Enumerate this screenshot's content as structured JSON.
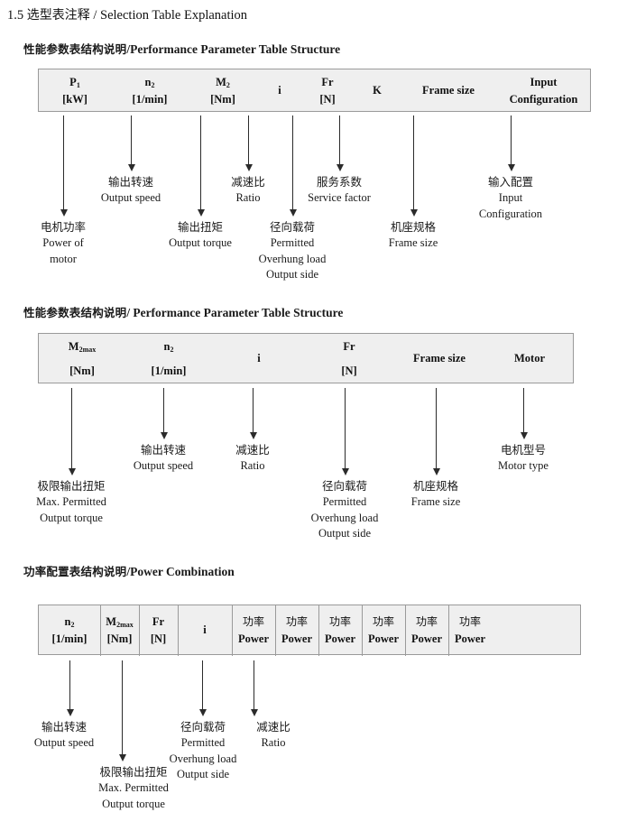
{
  "page": {
    "section_number": "1.5",
    "section_title_cn": "选型表注释",
    "section_title_sep": "/",
    "section_title_en": "Selection Table Explanation"
  },
  "sections": [
    {
      "heading_cn": "性能参数表结构说明",
      "heading_sep": "/",
      "heading_en": "Performance Parameter Table Structure",
      "columns": [
        {
          "line1": "P",
          "sub1": "1",
          "line2": "[kW]"
        },
        {
          "line1": "n",
          "sub1": "2",
          "line2": "[1/min]"
        },
        {
          "line1": "M",
          "sub1": "2",
          "line2": "[Nm]"
        },
        {
          "line1": "i",
          "sub1": "",
          "line2": ""
        },
        {
          "line1": "Fr",
          "sub1": "",
          "line2": "[N]"
        },
        {
          "line1": "K",
          "sub1": "",
          "line2": ""
        },
        {
          "line1": "Frame size",
          "sub1": "",
          "line2": ""
        },
        {
          "line1": "Input",
          "sub1": "",
          "line2": "Configuration"
        }
      ],
      "annotations": [
        {
          "cn": "电机功率",
          "en1": "Power of",
          "en2": "motor",
          "en3": ""
        },
        {
          "cn": "输出转速",
          "en1": "Output speed",
          "en2": "",
          "en3": ""
        },
        {
          "cn": "输出扭矩",
          "en1": "Output torque",
          "en2": "",
          "en3": ""
        },
        {
          "cn": "减速比",
          "en1": "Ratio",
          "en2": "",
          "en3": ""
        },
        {
          "cn": "径向载荷",
          "en1": "Permitted",
          "en2": "Overhung load",
          "en3": "Output side"
        },
        {
          "cn": "服务系数",
          "en1": "Service factor",
          "en2": "",
          "en3": ""
        },
        {
          "cn": "机座规格",
          "en1": "Frame size",
          "en2": "",
          "en3": ""
        },
        {
          "cn": "输入配置",
          "en1": "Input",
          "en2": "Configuration",
          "en3": ""
        }
      ]
    },
    {
      "heading_cn": "性能参数表结构说明",
      "heading_sep": "/",
      "heading_en": "Performance Parameter Table Structure",
      "columns": [
        {
          "line1": "M",
          "sub1": "2max",
          "line2": "[Nm]"
        },
        {
          "line1": "n",
          "sub1": "2",
          "line2": "[1/min]"
        },
        {
          "line1": "i",
          "sub1": "",
          "line2": ""
        },
        {
          "line1": "Fr",
          "sub1": "",
          "line2": "[N]"
        },
        {
          "line1": "Frame size",
          "sub1": "",
          "line2": ""
        },
        {
          "line1": "Motor",
          "sub1": "",
          "line2": ""
        }
      ],
      "annotations": [
        {
          "cn": "极限输出扭矩",
          "en1": "Max. Permitted",
          "en2": "Output  torque",
          "en3": ""
        },
        {
          "cn": "输出转速",
          "en1": "Output speed",
          "en2": "",
          "en3": ""
        },
        {
          "cn": "减速比",
          "en1": "Ratio",
          "en2": "",
          "en3": ""
        },
        {
          "cn": "径向载荷",
          "en1": "Permitted",
          "en2": "Overhung load",
          "en3": "Output side"
        },
        {
          "cn": "机座规格",
          "en1": "Frame size",
          "en2": "",
          "en3": ""
        },
        {
          "cn": "电机型号",
          "en1": "Motor type",
          "en2": "",
          "en3": ""
        }
      ]
    },
    {
      "heading_cn": "功率配置表结构说明",
      "heading_sep": "/",
      "heading_en": "Power Combination",
      "columns": [
        {
          "line1": "n",
          "sub1": "2",
          "line2": "[1/min]"
        },
        {
          "line1": "M",
          "sub1": "2max",
          "line2": "[Nm]"
        },
        {
          "line1": "Fr",
          "sub1": "",
          "line2": "[N]"
        },
        {
          "line1": "i",
          "sub1": "",
          "line2": ""
        },
        {
          "line1": "功率",
          "sub1": "",
          "line2": "Power"
        },
        {
          "line1": "功率",
          "sub1": "",
          "line2": "Power"
        },
        {
          "line1": "功率",
          "sub1": "",
          "line2": "Power"
        },
        {
          "line1": "功率",
          "sub1": "",
          "line2": "Power"
        },
        {
          "line1": "功率",
          "sub1": "",
          "line2": "Power"
        },
        {
          "line1": "功率",
          "sub1": "",
          "line2": "Power"
        }
      ],
      "annotations": [
        {
          "cn": "输出转速",
          "en1": "Output speed",
          "en2": "",
          "en3": ""
        },
        {
          "cn": "极限输出扭矩",
          "en1": "Max. Permitted",
          "en2": "Output  torque",
          "en3": ""
        },
        {
          "cn": "径向载荷",
          "en1": "Permitted",
          "en2": "Overhung load",
          "en3": "Output side"
        },
        {
          "cn": "减速比",
          "en1": "Ratio",
          "en2": "",
          "en3": ""
        }
      ]
    }
  ]
}
